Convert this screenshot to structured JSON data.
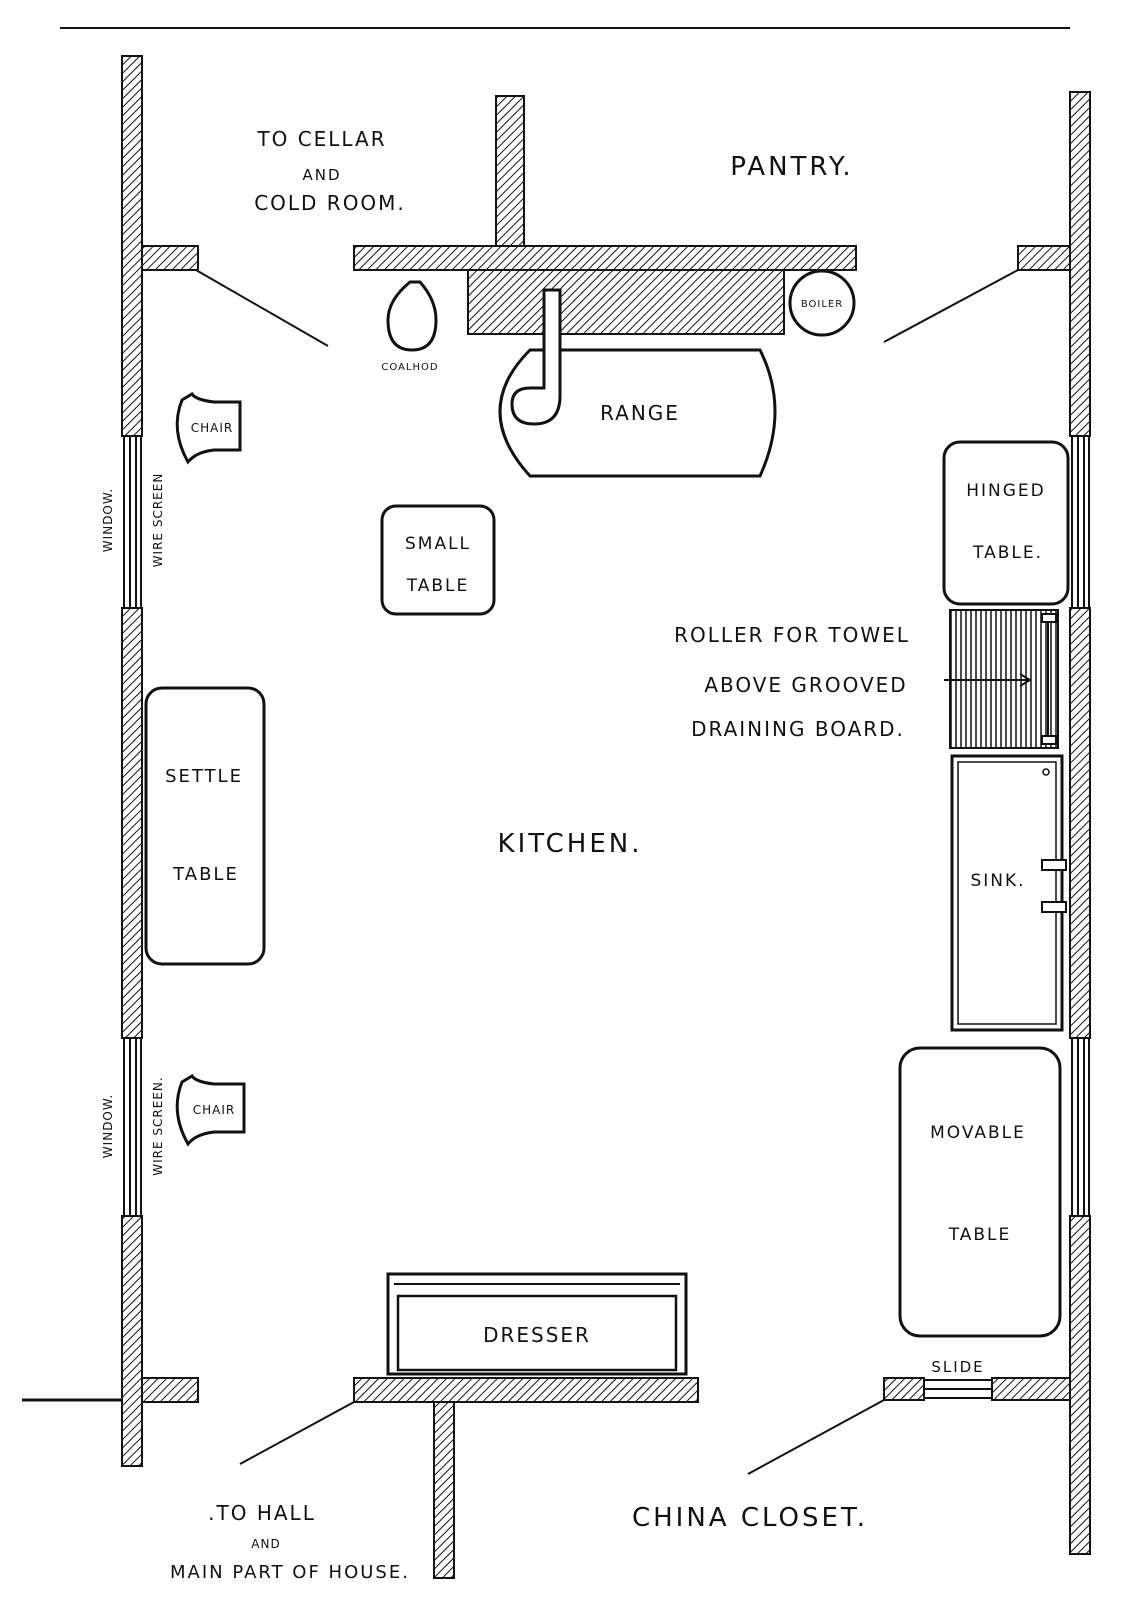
{
  "labels": {
    "to_cellar_1": "TO CELLAR",
    "to_cellar_2": "AND",
    "to_cellar_3": "COLD ROOM.",
    "pantry": "PANTRY.",
    "boiler": "BOILER",
    "coal_hod": "COALHOD",
    "range": "RANGE",
    "chair_top": "CHAIR",
    "chair_bottom": "CHAIR",
    "window_top": "WINDOW.",
    "window_bottom": "WINDOW.",
    "wire_screen_top": "WIRE SCREEN",
    "wire_screen_bottom": "WIRE SCREEN.",
    "small_table_1": "SMALL",
    "small_table_2": "TABLE",
    "hinged_table_1": "HINGED",
    "hinged_table_2": "TABLE.",
    "roller_1": "ROLLER FOR TOWEL",
    "roller_2": "ABOVE GROOVED",
    "roller_3": "DRAINING BOARD.",
    "settle_1": "SETTLE",
    "settle_2": "TABLE",
    "kitchen": "KITCHEN.",
    "sink": "SINK.",
    "movable_1": "MOVABLE",
    "movable_2": "TABLE",
    "dresser": "DRESSER",
    "slide": "SLIDE",
    "to_hall_1": ".TO HALL",
    "to_hall_2": "AND",
    "to_hall_3": "MAIN PART OF HOUSE.",
    "china_closet": "CHINA CLOSET."
  },
  "colors": {
    "ink": "#111111",
    "paper": "#ffffff"
  }
}
